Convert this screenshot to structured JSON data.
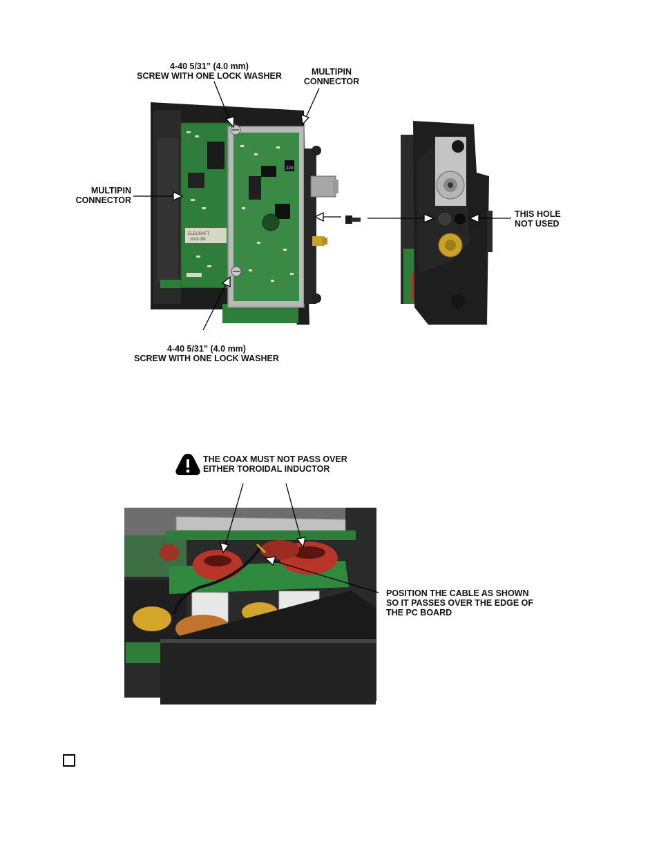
{
  "figure1": {
    "screw_label_top": "4-40 5/31” (4.0 mm)\nSCREW WITH ONE LOCK WASHER",
    "multipin_label_top": "MULTIPIN\nCONNECTOR",
    "multipin_label_left": "MULTIPIN\nCONNECTOR",
    "hole_label": "THIS HOLE\nNOT USED",
    "screw_label_bottom": "4-40 5/31” (4.0 mm)\nSCREW WITH ONE LOCK WASHER",
    "board_silkscreen": "ELECRAFT\nKX3-2M",
    "chip_marking": "220"
  },
  "figure2": {
    "warning_label": "THE COAX MUST NOT PASS OVER\nEITHER TOROIDAL INDUCTOR",
    "cable_label": "POSITION THE CABLE AS SHOWN\nSO IT PASSES OVER THE EDGE OF\nTHE PC BOARD"
  },
  "colors": {
    "pcb_green": "#2e7d3a",
    "enclosure_black": "#1c1c1c",
    "toroid_red": "#b8352a",
    "gold": "#c9a227"
  },
  "icons": [
    "warning-icon",
    "checkbox"
  ]
}
